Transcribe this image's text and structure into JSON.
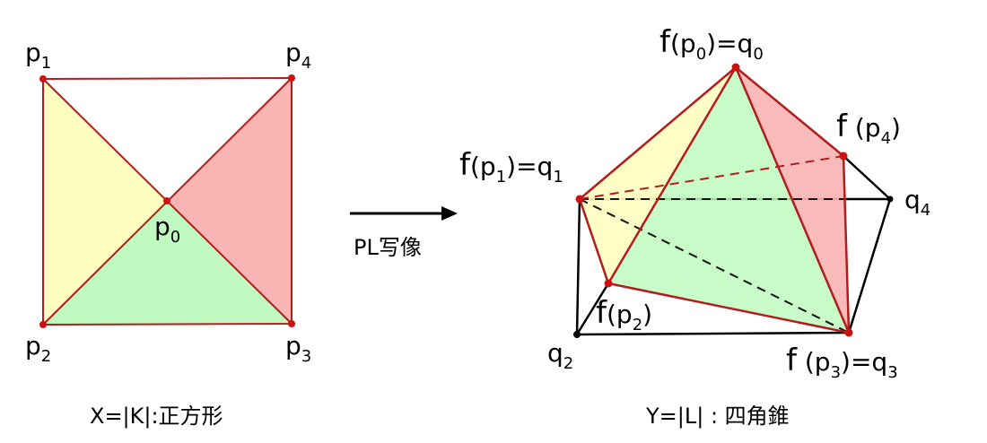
{
  "left": {
    "labels": {
      "p1": {
        "main": "p",
        "sub": "1"
      },
      "p4": {
        "main": "p",
        "sub": "4"
      },
      "p0": {
        "main": "p",
        "sub": "0"
      },
      "p2": {
        "main": "p",
        "sub": "2"
      },
      "p3": {
        "main": "p",
        "sub": "3"
      }
    },
    "caption": "X=|K|:正方形"
  },
  "arrow": {
    "label": "PL写像"
  },
  "right": {
    "labels": {
      "fp0": {
        "a": "f",
        "b": "(p",
        "sub1": "0",
        "c": ")=q",
        "sub2": "0"
      },
      "fp4": {
        "a": "f",
        "b": " (p",
        "sub1": "4",
        "c": ")"
      },
      "fp1": {
        "a": "f",
        "b": "(p",
        "sub1": "1",
        "c": ")=q",
        "sub2": "1"
      },
      "q4": {
        "main": "q",
        "sub": "4"
      },
      "fp2": {
        "a": "f",
        "b": "(p",
        "sub1": "2",
        "c": ")"
      },
      "q2": {
        "main": "q",
        "sub": "2"
      },
      "fp3": {
        "a": "f",
        "b": " (p",
        "sub1": "3",
        "c": ")=q",
        "sub2": "3"
      }
    },
    "caption": "Y=|L| : 四角錐"
  },
  "colors": {
    "yellow": "#fdfdc0",
    "red": "#f9b4b4",
    "green": "#c0fac0",
    "edge": "#b21c1c",
    "vertex": "#cc1111",
    "black": "#000000"
  }
}
